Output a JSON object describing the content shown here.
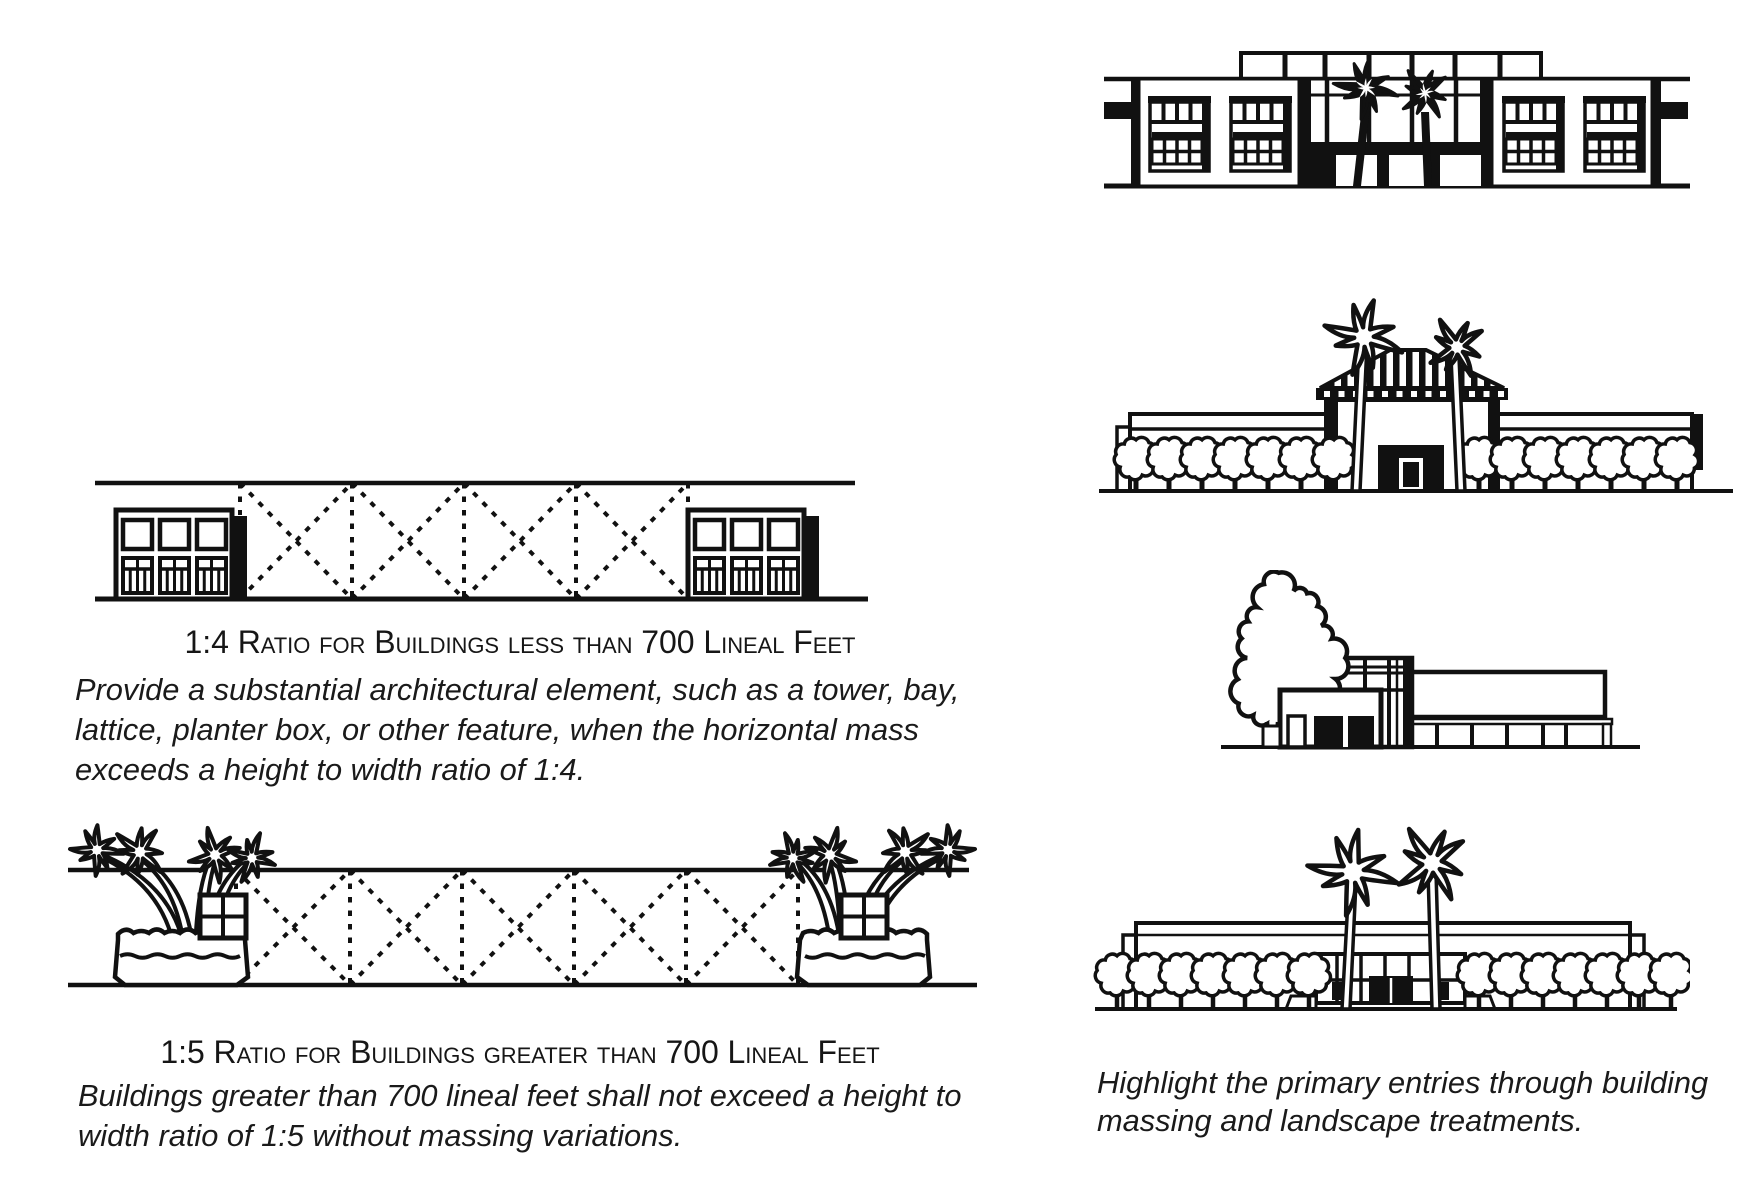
{
  "page": {
    "background": "#ffffff",
    "ink": "#111111"
  },
  "left_column": {
    "ratio_1_4": {
      "caption": "1:4 Ratio for Buildings less than 700 Lineal Feet",
      "body_lines": [
        "Provide a substantial architectural element, such as a tower, bay,",
        "lattice, planter box, or other feature, when the horizontal mass",
        "exceeds a height to width ratio of 1:4."
      ]
    },
    "ratio_1_5": {
      "caption": "1:5 Ratio for Buildings greater than 700 Lineal Feet",
      "body_lines": [
        "Buildings greater than 700 lineal feet shall not exceed a height to",
        "width ratio of 1:5 without massing variations."
      ]
    }
  },
  "right_column": {
    "entries_note_lines": [
      "Highlight the primary entries through building",
      "massing and landscape treatments."
    ]
  }
}
